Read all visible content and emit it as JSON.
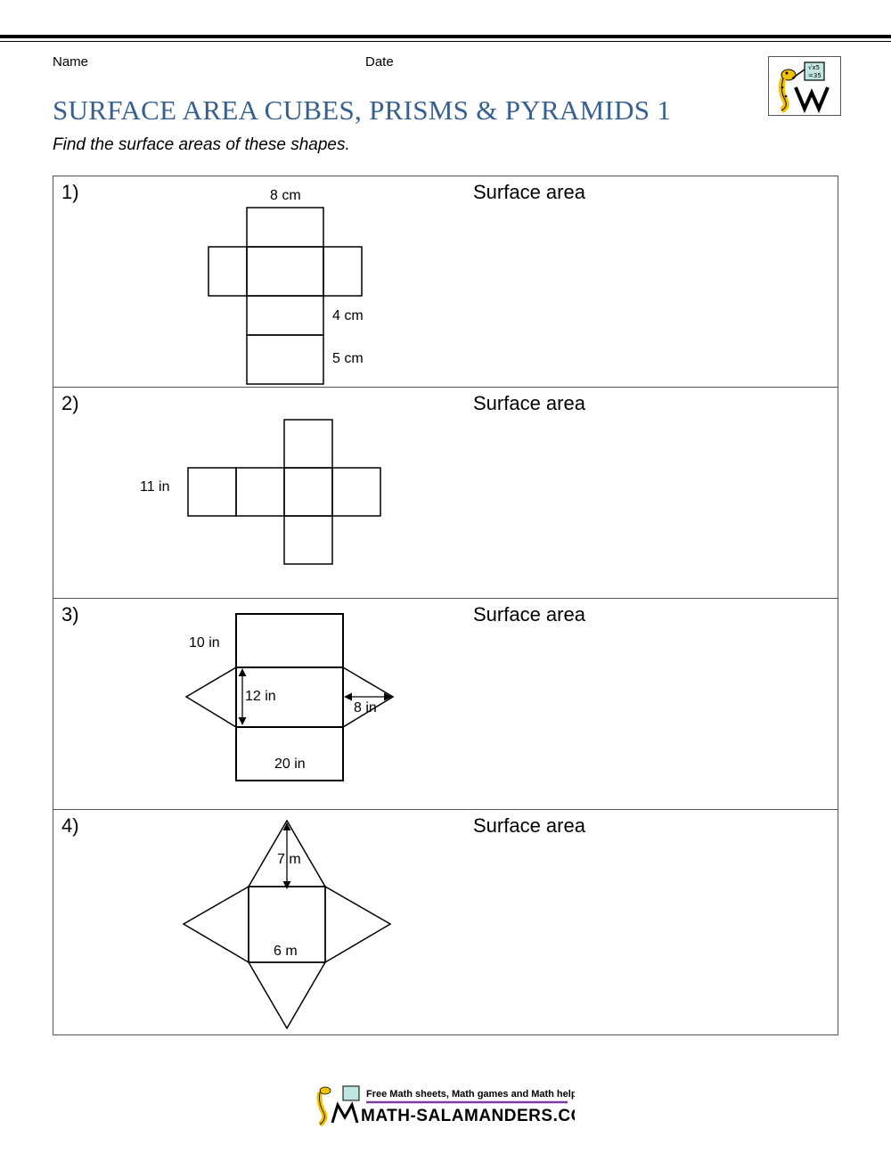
{
  "header": {
    "name_label": "Name",
    "date_label": "Date",
    "title": "SURFACE AREA CUBES, PRISMS & PYRAMIDS 1",
    "instructions": "Find the surface areas of these shapes."
  },
  "logo": {
    "board_line1": "√x5",
    "board_line2": "=35"
  },
  "questions": [
    {
      "number": "1)",
      "answer_label": "Surface area",
      "labels": {
        "width": "8 cm",
        "height": "4 cm",
        "depth": "5 cm"
      }
    },
    {
      "number": "2)",
      "answer_label": "Surface area",
      "labels": {
        "side": "11 in"
      }
    },
    {
      "number": "3)",
      "answer_label": "Surface area",
      "labels": {
        "length": "10 in",
        "height": "12 in",
        "triangle_height": "8 in",
        "width": "20 in"
      }
    },
    {
      "number": "4)",
      "answer_label": "Surface area",
      "labels": {
        "slant_height": "7 m",
        "base": "6 m"
      }
    }
  ],
  "footer": {
    "tagline": "Free Math sheets, Math games and Math help",
    "site": "MATH-SALAMANDERS.COM"
  },
  "colors": {
    "title": "#366092",
    "border": "#555555",
    "footer_underline": "#7b3fa0",
    "salamander": "#f2c200"
  }
}
